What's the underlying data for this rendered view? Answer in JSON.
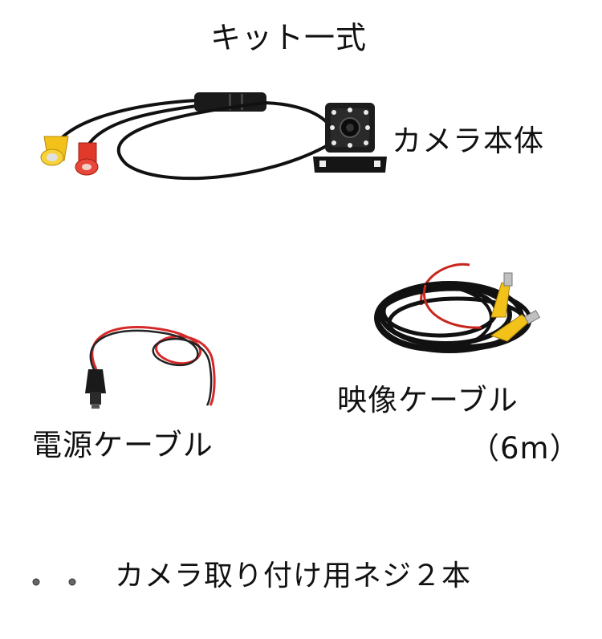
{
  "title": "キット一式",
  "labels": {
    "camera_body": "カメラ本体",
    "video_cable_line1": "映像ケーブル",
    "video_cable_line2": "（6m）",
    "power_cable": "電源ケーブル",
    "screws": "カメラ取り付け用ネジ２本"
  },
  "colors": {
    "background": "#ffffff",
    "rca_yellow": "#f2c21a",
    "dc_red": "#e03a2a",
    "cable_black": "#111111",
    "power_wire_red": "#d62a2a"
  }
}
